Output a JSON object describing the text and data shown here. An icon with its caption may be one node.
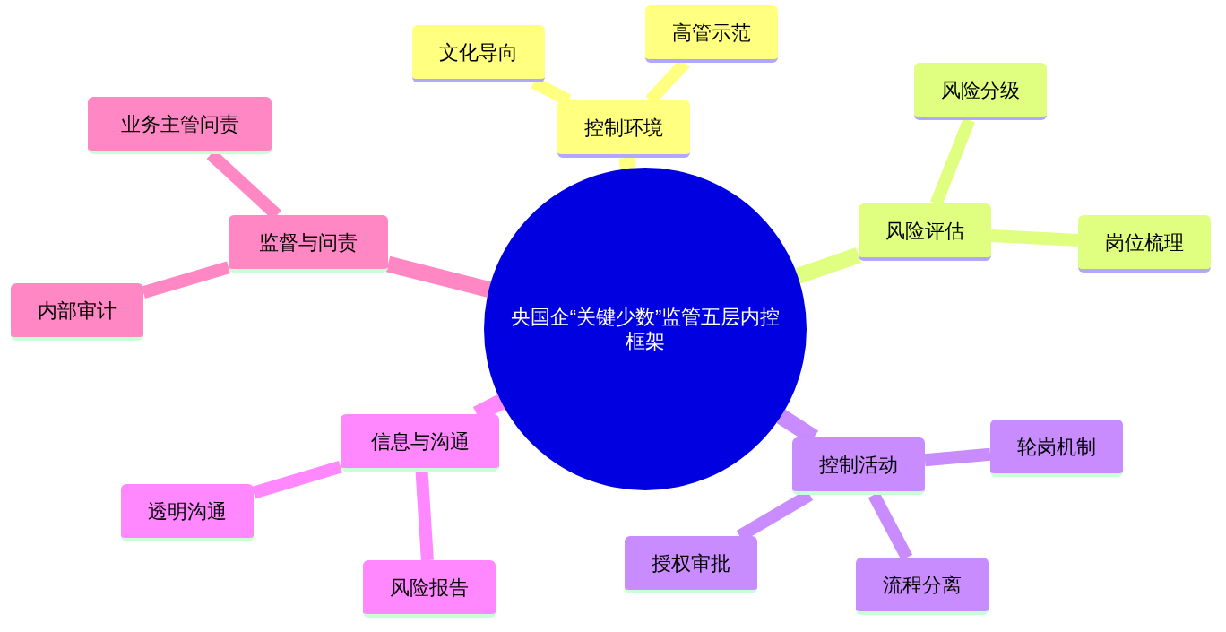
{
  "diagram": {
    "nodes": [
      {
        "text": [
          "央国企“关键少数”监管五层内控框架"
        ]
      },
      {
        "text": [
          "控制环境"
        ]
      },
      {
        "text": [
          "文化导向"
        ]
      },
      {
        "text": [
          "高管示范"
        ]
      },
      {
        "text": [
          "风险评估"
        ]
      },
      {
        "text": [
          "风险分级"
        ]
      },
      {
        "text": [
          "岗位梳理"
        ]
      },
      {
        "text": [
          "控制活动"
        ]
      },
      {
        "text": [
          "轮岗机制"
        ]
      },
      {
        "text": [
          "授权审批"
        ]
      },
      {
        "text": [
          "流程分离"
        ]
      },
      {
        "text": [
          "信息与沟通"
        ]
      },
      {
        "text": [
          "透明沟通"
        ]
      },
      {
        "text": [
          "风险报告"
        ]
      },
      {
        "text": [
          "监督与问责"
        ]
      },
      {
        "text": [
          "业务主管问责"
        ]
      },
      {
        "text": [
          "内部审计"
        ]
      }
    ],
    "edges": [
      {
        "from": 0,
        "to": 1,
        "arrow": "none",
        "color": "#ffff80"
      },
      {
        "from": 1,
        "to": 2,
        "arrow": "none",
        "color": "#ffff80"
      },
      {
        "from": 1,
        "to": 3,
        "arrow": "none",
        "color": "#ffff80"
      },
      {
        "from": 0,
        "to": 4,
        "arrow": "none",
        "color": "#e0ff80"
      },
      {
        "from": 4,
        "to": 5,
        "arrow": "none",
        "color": "#e0ff80"
      },
      {
        "from": 4,
        "to": 6,
        "arrow": "none",
        "color": "#e0ff80"
      },
      {
        "from": 0,
        "to": 7,
        "arrow": "none",
        "color": "#c88cff"
      },
      {
        "from": 7,
        "to": 8,
        "arrow": "none",
        "color": "#c88cff"
      },
      {
        "from": 7,
        "to": 9,
        "arrow": "none",
        "color": "#c88cff"
      },
      {
        "from": 7,
        "to": 10,
        "arrow": "none",
        "color": "#c88cff"
      },
      {
        "from": 0,
        "to": 11,
        "arrow": "none",
        "color": "#ff88ff"
      },
      {
        "from": 11,
        "to": 12,
        "arrow": "none",
        "color": "#ff88ff"
      },
      {
        "from": 11,
        "to": 13,
        "arrow": "none",
        "color": "#ff88ff"
      },
      {
        "from": 0,
        "to": 14,
        "arrow": "none",
        "color": "#ff88c4"
      },
      {
        "from": 14,
        "to": 15,
        "arrow": "none",
        "color": "#ff88c4"
      },
      {
        "from": 14,
        "to": 16,
        "arrow": "none",
        "color": "#ff88c4"
      }
    ]
  }
}
